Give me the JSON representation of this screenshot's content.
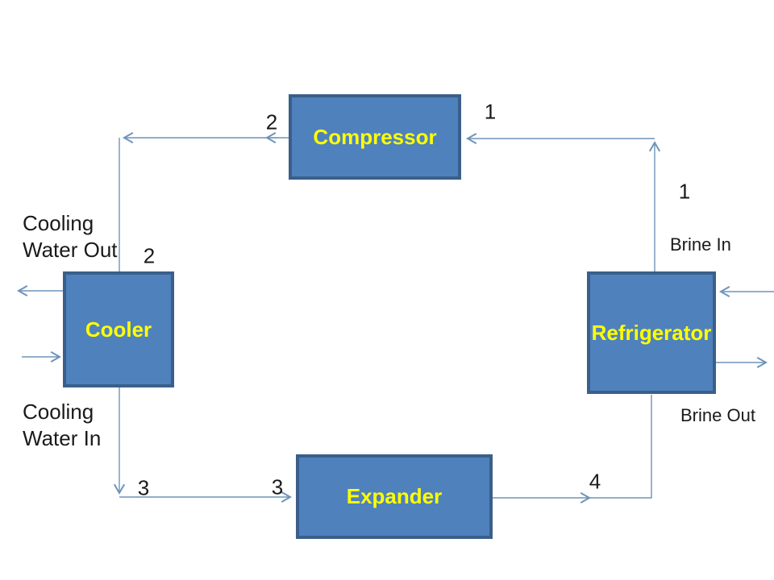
{
  "blocks": {
    "compressor": "Compressor",
    "cooler": "Cooler",
    "refrigerator": "Refrigerator",
    "expander": "Expander"
  },
  "state_points": {
    "s1_top": "1",
    "s1_right": "1",
    "s2_top": "2",
    "s2_cooler": "2",
    "s3_cooler": "3",
    "s3_expander": "3",
    "s4": "4"
  },
  "streams": {
    "cooling_water_out": [
      "Cooling",
      "Water Out"
    ],
    "cooling_water_in": [
      "Cooling",
      "Water In"
    ],
    "brine_in": "Brine In",
    "brine_out": "Brine Out"
  },
  "colors": {
    "block_fill": "#4f81bd",
    "block_border": "#3a5f8a",
    "connector": "#6e94ba",
    "block_label": "#ffff00",
    "annotation": "#1a1a1a"
  }
}
